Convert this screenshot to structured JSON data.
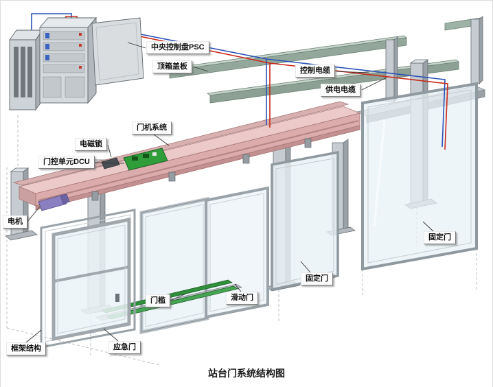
{
  "title": "站台门系统结构图",
  "labels": {
    "psc": "中央控制盘PSC",
    "top_cover": "顶箱盖板",
    "control_cable": "控制电缆",
    "power_cable": "供电电缆",
    "door_machine": "门机系统",
    "magnetic_lock": "电磁锁",
    "dcu": "门控单元DCU",
    "motor": "电机",
    "fixed_door_right": "固定门",
    "fixed_door_mid": "固定门",
    "threshold": "门槛",
    "sliding_door": "滑动门",
    "emergency_door": "应急门",
    "frame": "框架结构"
  },
  "colors": {
    "control_cable_red": "#c8291a",
    "power_cable_blue": "#2a52b8",
    "beam_pink": "#eccaca",
    "glass_blue": "#e8f1f6",
    "structure_gray": "#c6ccd1",
    "cover_plate_green_gray": "#93a89b",
    "threshold_green": "#2f8f3a",
    "dcu_board_green": "#2f9e3a"
  }
}
